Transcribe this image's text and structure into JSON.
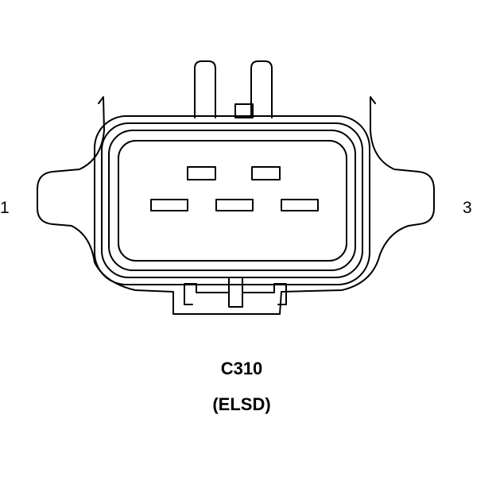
{
  "connector": {
    "id": "C310",
    "description": "(ELSD)",
    "pin_left": "1",
    "pin_right": "3"
  },
  "colors": {
    "line": "#000000",
    "background": "#ffffff"
  }
}
